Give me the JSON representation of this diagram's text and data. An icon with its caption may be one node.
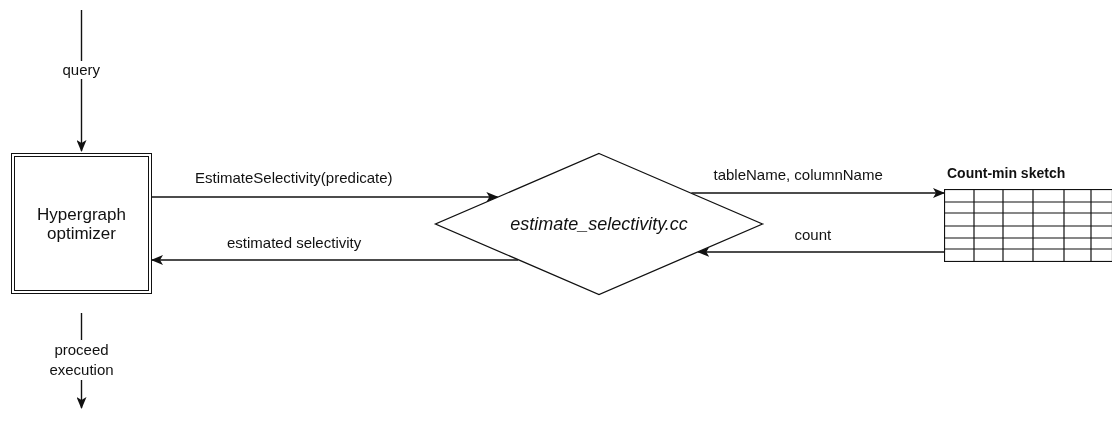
{
  "diagram": {
    "nodes": [
      {
        "text": [
          "Hypergraph optimizer"
        ]
      },
      {
        "text": [
          "estimate_selectivity.cc"
        ]
      },
      {
        "text": [
          "Count-min sketch"
        ]
      }
    ],
    "edges": [
      {
        "from": null,
        "to": 0,
        "arrow": "to",
        "label": "query"
      },
      {
        "from": 0,
        "to": 1,
        "arrow": "to",
        "label": "EstimateSelectivity(predicate)"
      },
      {
        "from": 1,
        "to": 0,
        "arrow": "to",
        "label": "estimated selectivity"
      },
      {
        "from": 1,
        "to": 2,
        "arrow": "to",
        "label": "tableName, columnName"
      },
      {
        "from": 2,
        "to": 1,
        "arrow": "to",
        "label": "count"
      },
      {
        "from": 0,
        "to": null,
        "arrow": "to",
        "label": "proceed execution"
      }
    ]
  }
}
